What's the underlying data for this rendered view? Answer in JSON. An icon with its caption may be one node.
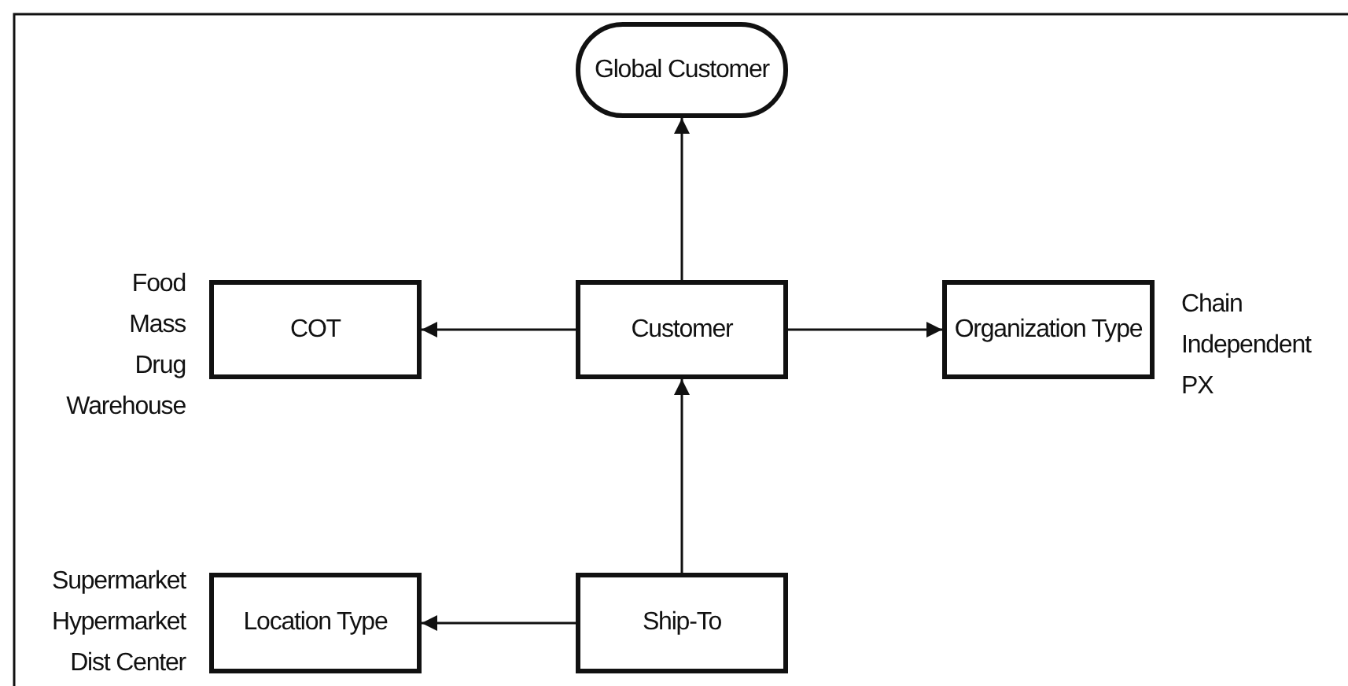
{
  "diagram": {
    "nodes": [
      {
        "text": [
          "Global Customer"
        ]
      },
      {
        "text": [
          "COT"
        ],
        "beside": [
          "Food",
          "Mass",
          "Drug",
          "Warehouse"
        ]
      },
      {
        "text": [
          "Customer"
        ]
      },
      {
        "text": [
          "Organization Type"
        ],
        "beside": [
          "Chain",
          "Independent",
          "PX"
        ]
      },
      {
        "text": [
          "Location Type"
        ],
        "beside": [
          "Supermarket",
          "Hypermarket",
          "Dist Center"
        ]
      },
      {
        "text": [
          "Ship-To"
        ]
      }
    ],
    "edges": [
      {
        "from": 2,
        "to": 0,
        "arrow": "to"
      },
      {
        "from": 2,
        "to": 1,
        "arrow": "to"
      },
      {
        "from": 2,
        "to": 3,
        "arrow": "to"
      },
      {
        "from": 5,
        "to": 2,
        "arrow": "to"
      },
      {
        "from": 5,
        "to": 4,
        "arrow": "to"
      }
    ]
  }
}
